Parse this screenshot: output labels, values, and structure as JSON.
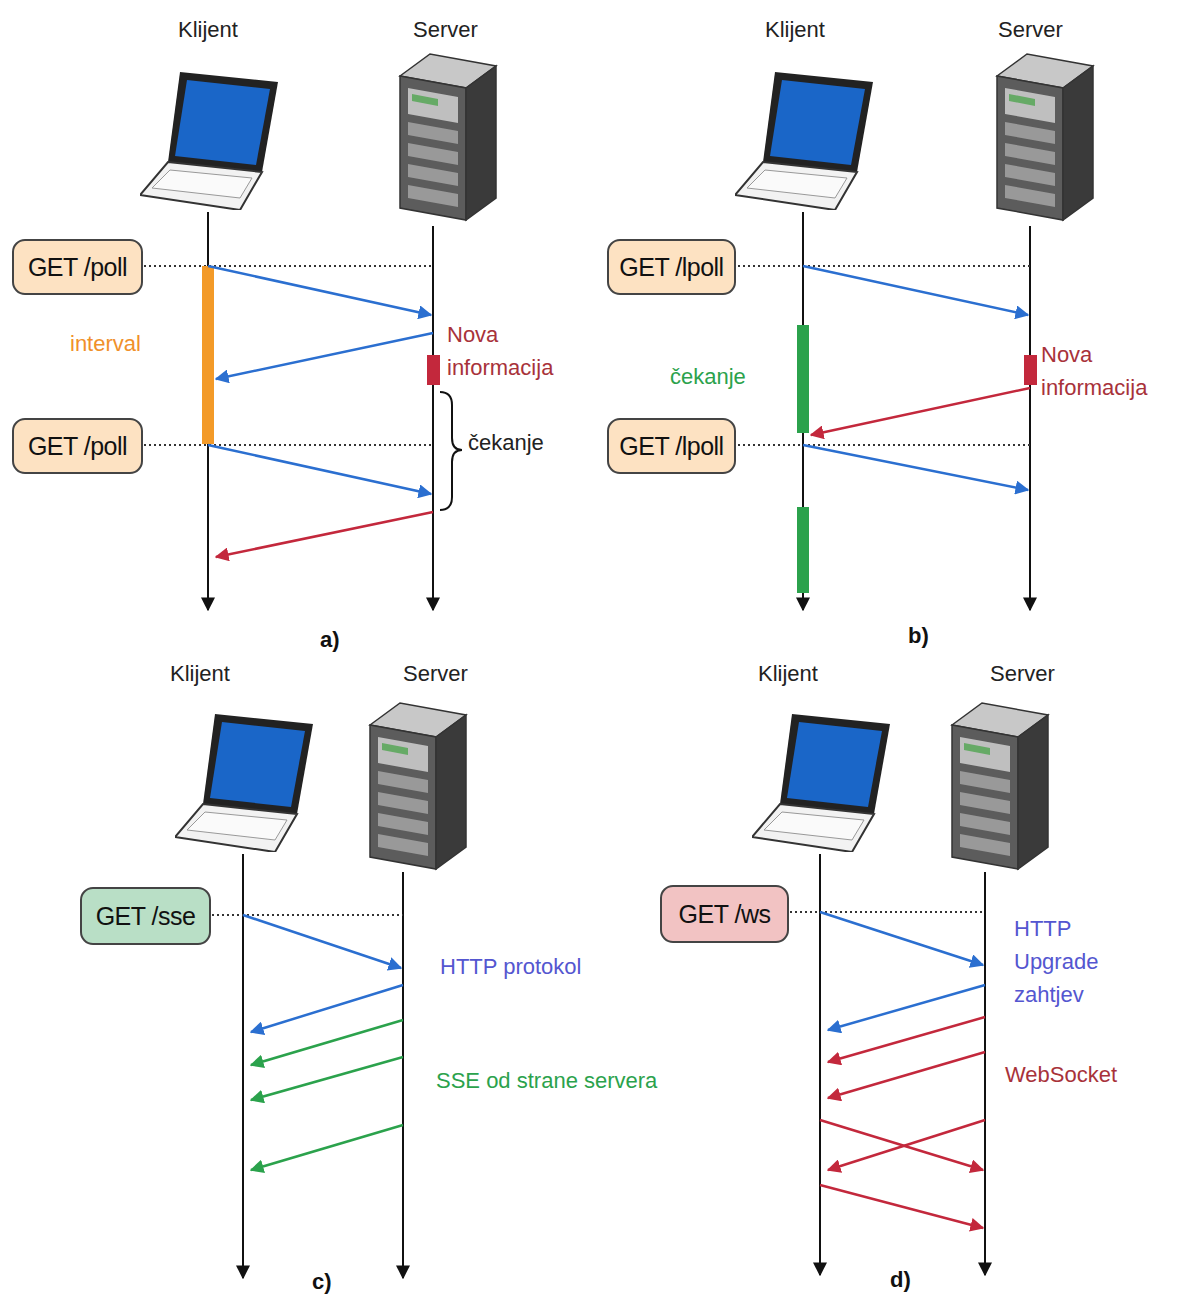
{
  "diagram": {
    "nodes": [
      {
        "text": [
          "GET /poll"
        ]
      },
      {
        "text": [
          "GET /poll"
        ]
      },
      {
        "text": [
          "GET /lpoll"
        ]
      },
      {
        "text": [
          "GET /lpoll"
        ]
      },
      {
        "text": [
          "GET /sse"
        ]
      },
      {
        "text": [
          "GET /ws"
        ]
      }
    ],
    "labels": [
      "Klijent",
      "Server",
      "interval",
      "Nova informacija",
      "čekanje",
      "a)",
      "Klijent",
      "Server",
      "čekanje",
      "Nova informacija",
      "b)",
      "Klijent",
      "Server",
      "HTTP protokol",
      "SSE od strane servera",
      "c)",
      "Klijent",
      "Server",
      "HTTP Upgrade zahtjev",
      "WebSocket",
      "d)"
    ]
  }
}
